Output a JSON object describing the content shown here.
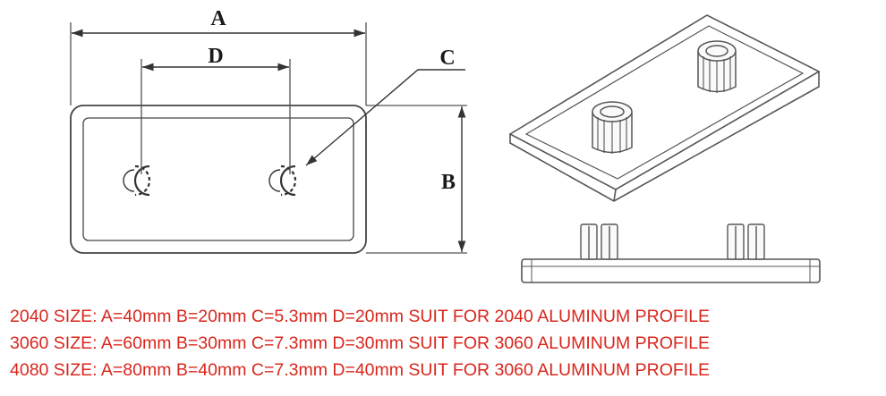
{
  "diagram": {
    "labels": {
      "a": "A",
      "b": "B",
      "c": "C",
      "d": "D"
    }
  },
  "specs": [
    "2040 SIZE: A=40mm B=20mm C=5.3mm D=20mm SUIT FOR 2040 ALUMINUM PROFILE",
    "3060 SIZE: A=60mm B=30mm C=7.3mm D=30mm SUIT FOR 3060 ALUMINUM PROFILE",
    "4080 SIZE: A=80mm B=40mm C=7.3mm D=40mm SUIT FOR 3060 ALUMINUM PROFILE"
  ],
  "colors": {
    "spec_text": "#d9261c",
    "line": "#333333"
  }
}
